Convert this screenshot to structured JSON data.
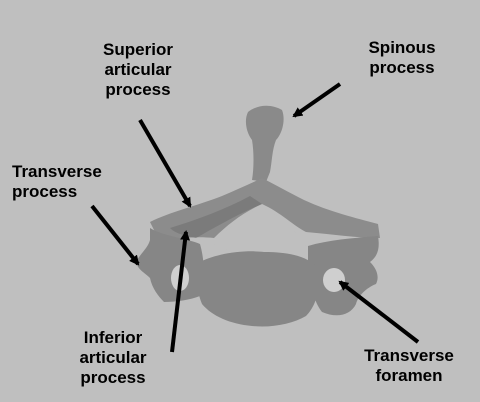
{
  "labels": {
    "superior": [
      "Superior",
      "articular",
      "process"
    ],
    "spinous": [
      "Spinous",
      "process"
    ],
    "transverse": [
      "Transverse",
      "process"
    ],
    "inferior": [
      "Inferior",
      "articular",
      "process"
    ],
    "foramen": [
      "Transverse",
      "foramen"
    ]
  },
  "colors": {
    "background": "#bfbfbf",
    "bone": "#8c8c8c",
    "bone_dark": "#6e6e6e",
    "hole": "#cfcfcf",
    "arrow": "#000000"
  }
}
